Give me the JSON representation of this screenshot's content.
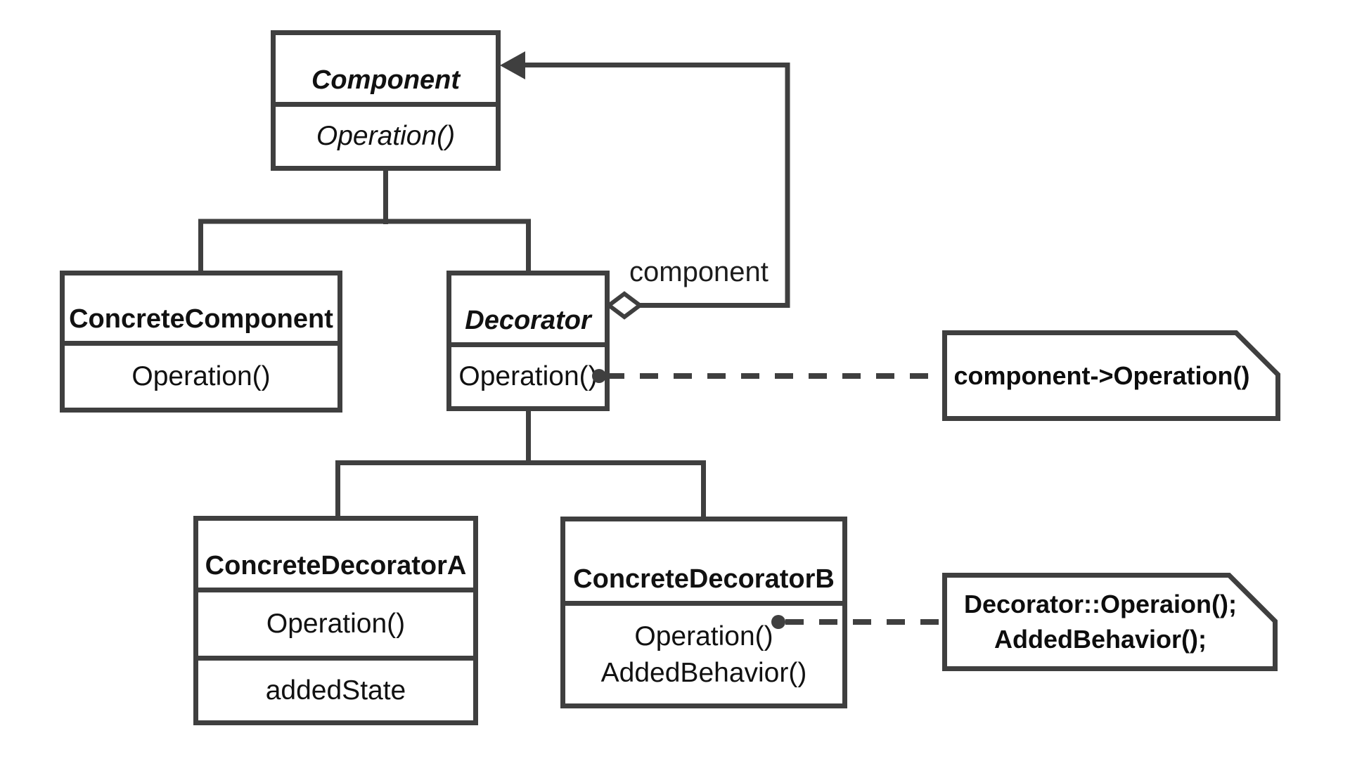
{
  "diagram": {
    "title": "Decorator design pattern class diagram",
    "colors": {
      "line": "#3f3f3f",
      "text": "#111111",
      "background": "#ffffff",
      "note_fill": "#ffffff"
    },
    "classes": {
      "component": {
        "name": "Component",
        "abstract": true,
        "methods": [
          "Operation()"
        ]
      },
      "concrete_component": {
        "name": "ConcreteComponent",
        "abstract": false,
        "methods": [
          "Operation()"
        ]
      },
      "decorator": {
        "name": "Decorator",
        "abstract": true,
        "methods": [
          "Operation()"
        ]
      },
      "concrete_decorator_a": {
        "name": "ConcreteDecoratorA",
        "abstract": false,
        "methods": [
          "Operation()"
        ],
        "attributes": [
          "addedState"
        ]
      },
      "concrete_decorator_b": {
        "name": "ConcreteDecoratorB",
        "abstract": false,
        "methods": [
          "Operation()",
          "AddedBehavior()"
        ]
      }
    },
    "relationships": {
      "aggregation_label": "component"
    },
    "notes": {
      "decorator_operation_note": "component->Operation()",
      "concrete_decorator_b_note": [
        "Decorator::Operaion();",
        "AddedBehavior();"
      ]
    }
  }
}
